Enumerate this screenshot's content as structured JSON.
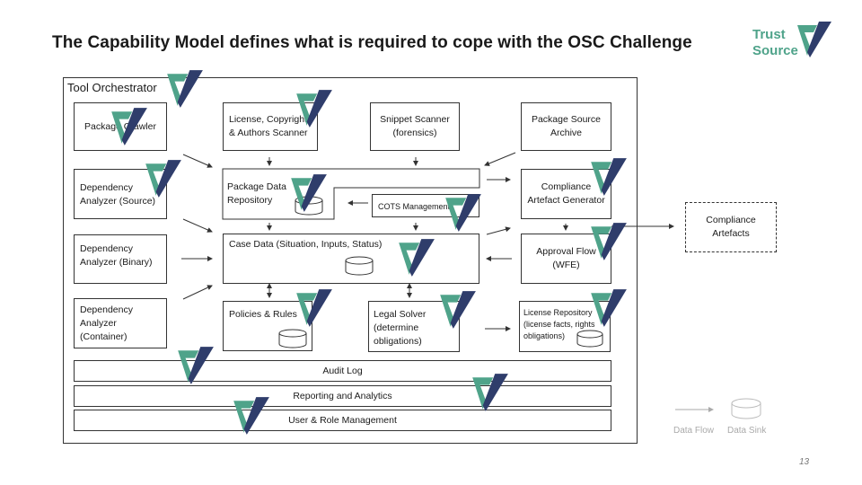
{
  "title": "The Capability Model defines what is required to cope with the OSC Challenge",
  "logo": {
    "line1": "Trust",
    "line2": "Source",
    "icon": "trustsource-triangle-logo"
  },
  "orchestrator": {
    "label": "Tool Orchestrator"
  },
  "boxes": {
    "package_crawler": "Package Crawler",
    "license_scanner": [
      "License, Copyright",
      "& Authors Scanner"
    ],
    "snippet_scanner": [
      "Snippet Scanner",
      "(forensics)"
    ],
    "package_source_archive": [
      "Package Source",
      "Archive"
    ],
    "dep_source": [
      "Dependency",
      "Analyzer (Source)"
    ],
    "package_data_repo": [
      "Package Data",
      "Repository"
    ],
    "cots_management": "COTS Management",
    "compliance_artefact_generator": [
      "Compliance",
      "Artefact Generator"
    ],
    "dep_binary": [
      "Dependency",
      "Analyzer (Binary)"
    ],
    "case_data": "Case Data (Situation, Inputs, Status)",
    "approval_flow": [
      "Approval Flow",
      "(WFE)"
    ],
    "dep_container": [
      "Dependency",
      "Analyzer",
      "(Container)"
    ],
    "policies_rules": "Policies & Rules",
    "legal_solver": [
      "Legal Solver",
      "(determine",
      "obligations)"
    ],
    "license_repository": [
      "License Repository",
      "(license facts, rights",
      "obligations)"
    ]
  },
  "bars": {
    "audit_log": "Audit Log",
    "reporting": "Reporting and Analytics",
    "user_role": "User & Role Management"
  },
  "compliance_artefacts": [
    "Compliance",
    "Artefacts"
  ],
  "legend": {
    "data_flow": "Data Flow",
    "data_sink": "Data Sink"
  },
  "page_number": "13",
  "colors": {
    "logo_green": "#4fa38a",
    "logo_navy": "#2f3d6b",
    "line": "#333333",
    "legend_gray": "#aaaaaa"
  }
}
